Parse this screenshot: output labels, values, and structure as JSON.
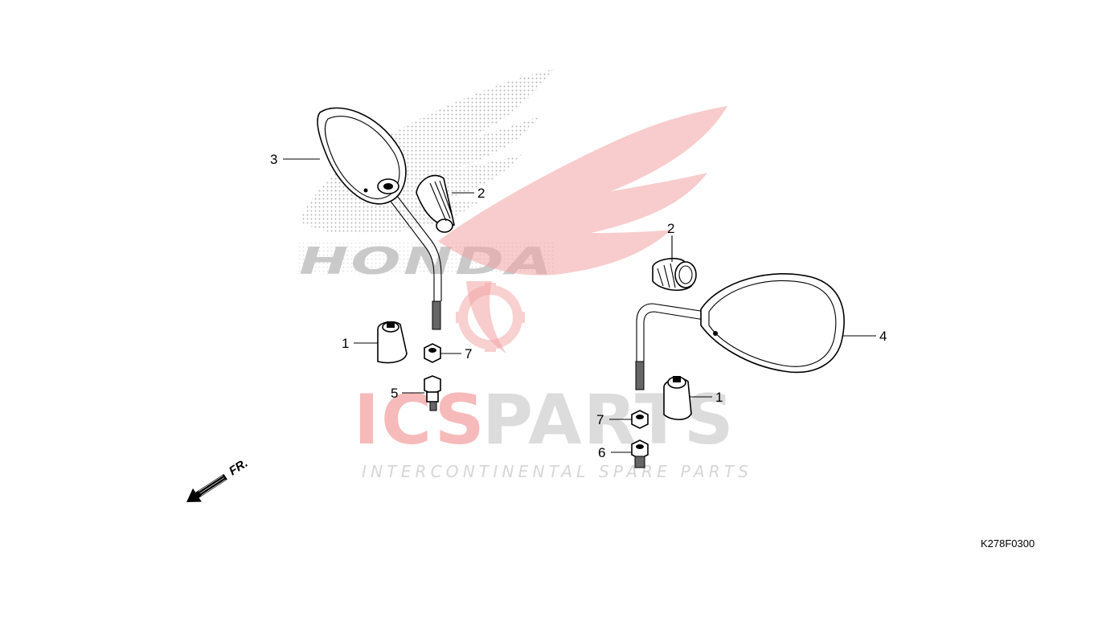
{
  "diagram": {
    "drawing_code": "K278F0300",
    "direction_marker": "FR.",
    "callouts": {
      "left_mirror": "3",
      "left_rubber_boot": "2",
      "left_cover": "1",
      "left_nut": "7",
      "left_adapter_bolt": "5",
      "right_rubber_boot": "2",
      "right_mirror": "4",
      "right_cover": "1",
      "right_nut": "7",
      "right_adapter_bolt": "6"
    }
  },
  "watermark": {
    "brand_mark": "HONDA",
    "title_red": "ICS",
    "title_grey": "PARTS",
    "tagline": "INTERCONTINENTAL SPARE PARTS",
    "colors": {
      "red": "#f3a3a3",
      "grey": "#d6d6d6",
      "dots": "#b5b5b5"
    }
  }
}
